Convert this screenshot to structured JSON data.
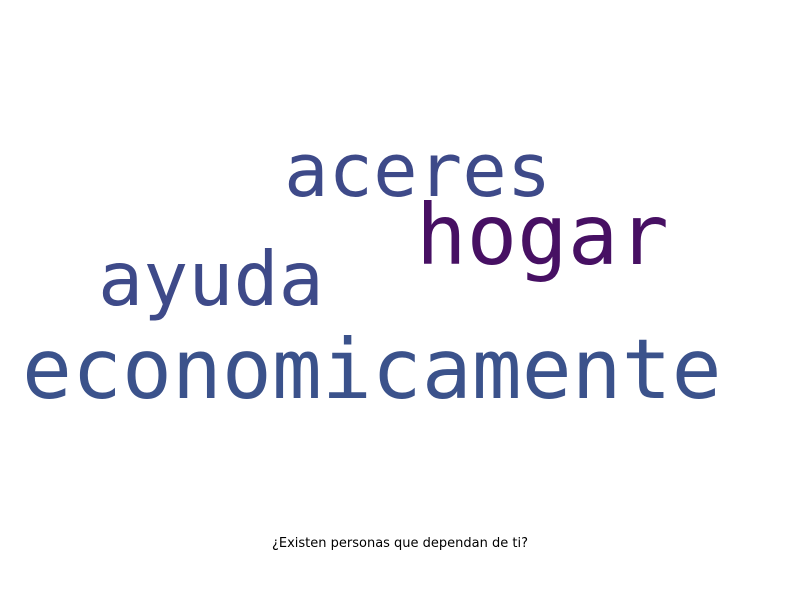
{
  "words": [
    {
      "text": "aceres",
      "color": "#3e4a89"
    },
    {
      "text": "hogar",
      "color": "#471063"
    },
    {
      "text": "ayuda",
      "color": "#3e4a89"
    },
    {
      "text": "economicamente",
      "color": "#3b528b"
    }
  ],
  "caption": "¿Existen personas que dependan de ti?"
}
